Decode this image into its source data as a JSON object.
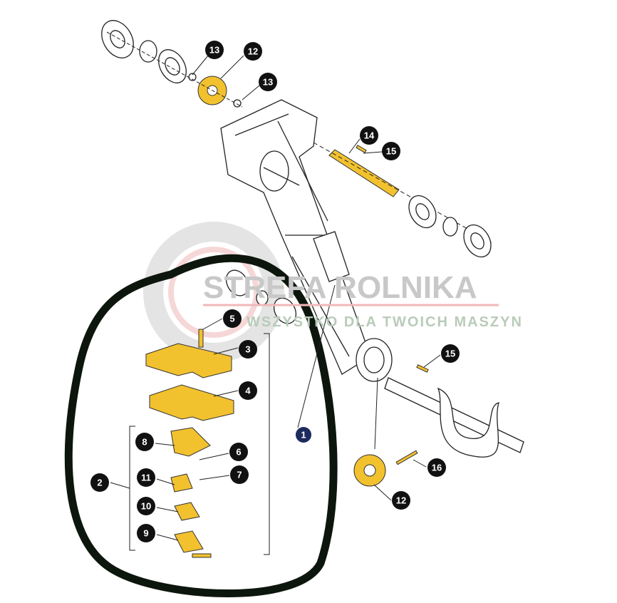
{
  "watermark": {
    "title": "STREFA ROLNIKA",
    "subtitle": "WSZYSTKO DLA TWOICH MASZYN"
  },
  "colors": {
    "highlight": "#f2c12e",
    "callout": "#111111",
    "callout_main": "#1c2a5e",
    "loop": "#0d160d",
    "watermark_red": "#e8a0a0",
    "watermark_gray": "#d8d8d8"
  },
  "callouts": [
    {
      "id": "c13a",
      "label": "13"
    },
    {
      "id": "c12a",
      "label": "12"
    },
    {
      "id": "c13b",
      "label": "13"
    },
    {
      "id": "c14",
      "label": "14"
    },
    {
      "id": "c15a",
      "label": "15"
    },
    {
      "id": "c5",
      "label": "5"
    },
    {
      "id": "c3",
      "label": "3"
    },
    {
      "id": "c4",
      "label": "4"
    },
    {
      "id": "c1",
      "label": "1"
    },
    {
      "id": "c8",
      "label": "8"
    },
    {
      "id": "c6",
      "label": "6"
    },
    {
      "id": "c7",
      "label": "7"
    },
    {
      "id": "c11",
      "label": "11"
    },
    {
      "id": "c2",
      "label": "2"
    },
    {
      "id": "c10",
      "label": "10"
    },
    {
      "id": "c9",
      "label": "9"
    },
    {
      "id": "c15b",
      "label": "15"
    },
    {
      "id": "c16",
      "label": "16"
    },
    {
      "id": "c12b",
      "label": "12"
    }
  ]
}
